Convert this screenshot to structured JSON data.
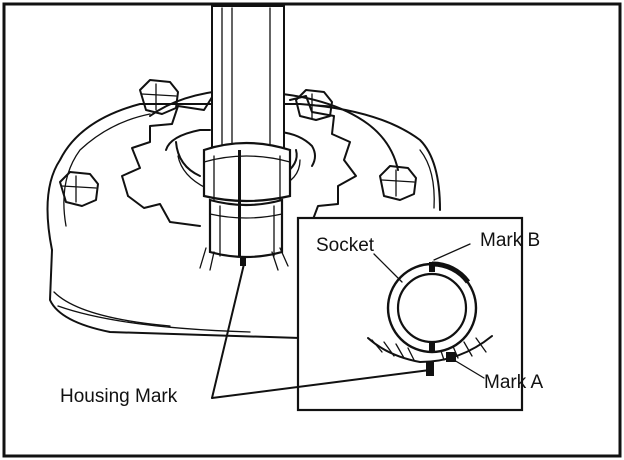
{
  "labels": {
    "socket": "Socket",
    "mark_b": "Mark B",
    "mark_a": "Mark A",
    "housing_mark": "Housing Mark"
  },
  "colors": {
    "ink": "#111111",
    "paper": "#ffffff"
  }
}
